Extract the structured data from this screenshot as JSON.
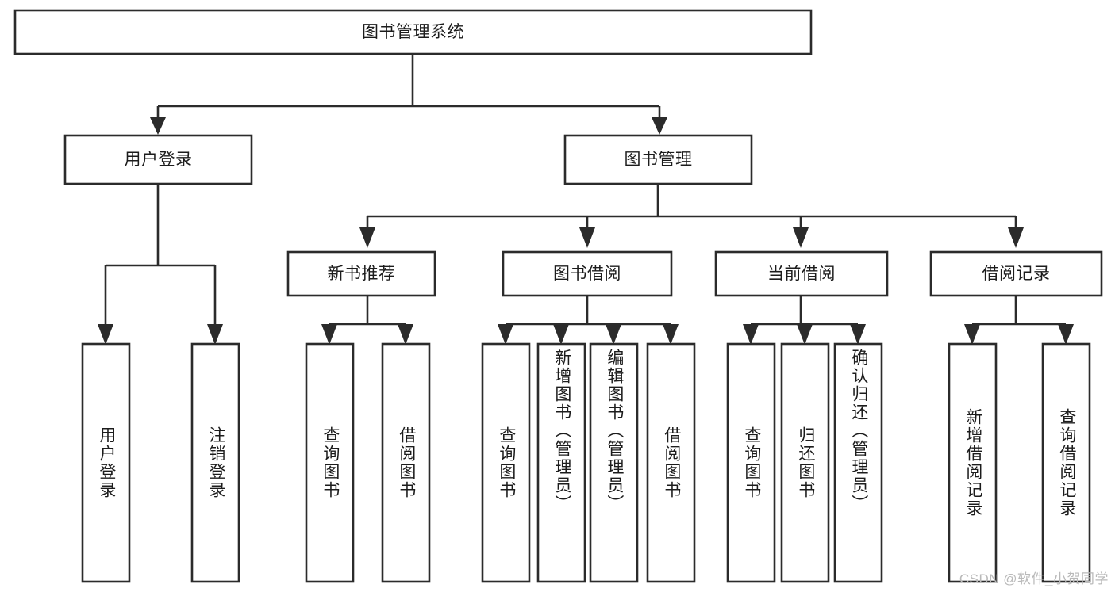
{
  "diagram": {
    "type": "tree-hierarchy-chart",
    "title": "图书管理系统",
    "watermark": "CSDN @软件_小贺同学",
    "colors": {
      "stroke": "#2b2b2b",
      "fill": "#ffffff",
      "text": "#1c1c1c",
      "watermark": "#b9b9b9",
      "background": "#ffffff"
    },
    "levels": [
      {
        "level": 1,
        "nodes": [
          {
            "id": "root",
            "label": "图书管理系统",
            "orientation": "horizontal"
          }
        ]
      },
      {
        "level": 2,
        "nodes": [
          {
            "id": "user-login",
            "label": "用户登录",
            "orientation": "horizontal",
            "parent": "root"
          },
          {
            "id": "book-manage",
            "label": "图书管理",
            "orientation": "horizontal",
            "parent": "root"
          }
        ]
      },
      {
        "level": 3,
        "nodes": [
          {
            "id": "new-book-rec",
            "label": "新书推荐",
            "orientation": "horizontal",
            "parent": "book-manage"
          },
          {
            "id": "book-borrow",
            "label": "图书借阅",
            "orientation": "horizontal",
            "parent": "book-manage"
          },
          {
            "id": "current-borrow",
            "label": "当前借阅",
            "orientation": "horizontal",
            "parent": "book-manage"
          },
          {
            "id": "borrow-record",
            "label": "借阅记录",
            "orientation": "horizontal",
            "parent": "book-manage"
          }
        ]
      },
      {
        "level": 4,
        "nodes": [
          {
            "id": "leaf-user-login",
            "label": "用户登录",
            "orientation": "vertical",
            "parent": "user-login"
          },
          {
            "id": "leaf-user-logout",
            "label": "注销登录",
            "orientation": "vertical",
            "parent": "user-login"
          },
          {
            "id": "leaf-query-book-1",
            "label": "查询图书",
            "orientation": "vertical",
            "parent": "new-book-rec"
          },
          {
            "id": "leaf-borrow-book-1",
            "label": "借阅图书",
            "orientation": "vertical",
            "parent": "new-book-rec"
          },
          {
            "id": "leaf-query-book-2",
            "label": "查询图书",
            "orientation": "vertical",
            "parent": "book-borrow"
          },
          {
            "id": "leaf-add-book",
            "label": "新增图书（管理员）",
            "orientation": "vertical",
            "parent": "book-borrow"
          },
          {
            "id": "leaf-edit-book",
            "label": "编辑图书（管理员）",
            "orientation": "vertical",
            "parent": "book-borrow"
          },
          {
            "id": "leaf-borrow-book-2",
            "label": "借阅图书",
            "orientation": "vertical",
            "parent": "book-borrow"
          },
          {
            "id": "leaf-query-book-3",
            "label": "查询图书",
            "orientation": "vertical",
            "parent": "current-borrow"
          },
          {
            "id": "leaf-return-book",
            "label": "归还图书",
            "orientation": "vertical",
            "parent": "current-borrow"
          },
          {
            "id": "leaf-confirm-return",
            "label": "确认归还（管理员）",
            "orientation": "vertical",
            "parent": "current-borrow"
          },
          {
            "id": "leaf-add-record",
            "label": "新增借阅记录",
            "orientation": "vertical",
            "parent": "borrow-record"
          },
          {
            "id": "leaf-query-record",
            "label": "查询借阅记录",
            "orientation": "vertical",
            "parent": "borrow-record"
          }
        ]
      }
    ]
  }
}
